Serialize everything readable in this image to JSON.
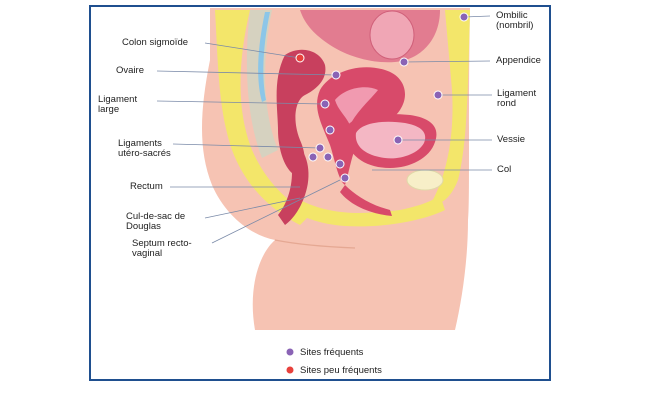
{
  "labels": {
    "colon_sigmoide": "Colon sigmoïde",
    "ovaire": "Ovaire",
    "ligament_large": "Ligament\nlarge",
    "ligaments_utero_sacres": "Ligaments\nutéro-sacrés",
    "rectum": "Rectum",
    "cul_de_sac": "Cul-de-sac de\nDouglas",
    "septum": "Septum recto-\nvaginal",
    "ombilic": "Ombilic\n(nombril)",
    "appendice": "Appendice",
    "ligament_rond": "Ligament\nrond",
    "vessie": "Vessie",
    "col": "Col"
  },
  "legend": {
    "frequent": "Sites fréquents",
    "rare": "Sites peu fréquents"
  },
  "colors": {
    "frame": "#1f4f8f",
    "skin": "#f6c3b3",
    "fat_yellow": "#f3e66a",
    "organ_red": "#d84a6a",
    "organ_pink": "#f19ab0",
    "frequent_site": "#8a63b5",
    "rare_site": "#e8413c"
  }
}
